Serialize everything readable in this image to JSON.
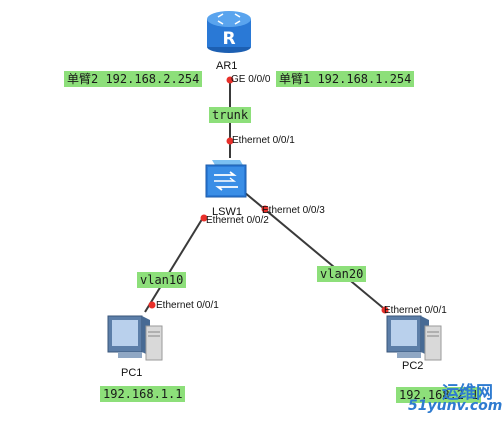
{
  "router": {
    "name": "AR1",
    "port": "GE 0/0/0"
  },
  "router_links": {
    "sub2": "单臂2 192.168.2.254",
    "sub1": "单臂1 192.168.1.254"
  },
  "trunk_label": "trunk",
  "switch": {
    "name": "LSW1",
    "port_up": "Ethernet 0/0/1",
    "port_left": "Ethernet 0/0/2",
    "port_right": "Ethernet 0/0/3"
  },
  "vlans": {
    "left": "vlan10",
    "right": "vlan20"
  },
  "pc1": {
    "name": "PC1",
    "port": "Ethernet 0/0/1",
    "ip": "192.168.1.1"
  },
  "pc2": {
    "name": "PC2",
    "port": "Ethernet 0/0/1",
    "ip": "192.168.2.1"
  },
  "watermark": {
    "line1": "运维网",
    "line2": "51yunv.com"
  },
  "colors": {
    "label_bg": "#8ddf7a",
    "port_dot": "#e8302a",
    "router_blue": "#2a79d6",
    "link": "#3a3a3a"
  }
}
